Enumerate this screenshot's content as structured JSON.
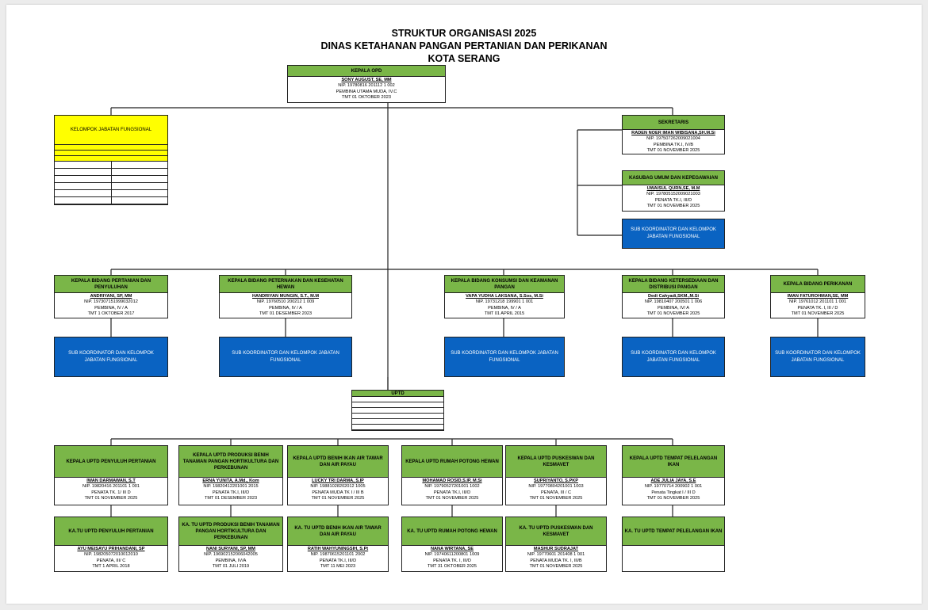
{
  "title": {
    "line1": "STRUKTUR ORGANISASI 2025",
    "line2": "DINAS KETAHANAN PANGAN PERTANIAN DAN PERIKANAN",
    "line3": "KOTA SERANG"
  },
  "kepala_opd": {
    "header": "KEPALA OPD",
    "name": "SONY AUGUST, SE, MM",
    "nip": "NIP. 19780816 201112 1 002",
    "rank": "PEMBINA UTAMA MUDA, IV.C",
    "tmt": "TMT 01 OKTOBER 2023"
  },
  "kelompok_jf": {
    "header": "KELOMPOK JABATAN FUNGSIONAL"
  },
  "sekretaris": {
    "header": "SEKRETARIS",
    "name": "RADEN NOER IMAN WIBISANA,SH.M.Si",
    "nip": "NIP. 197507262009021004",
    "rank": "PEMBINA TK.I, IV/B",
    "tmt": "TMT 01 NOVEMBER 2025"
  },
  "kasubag": {
    "header": "KASUBAG UMUM DAN KEPEGAWAIAN",
    "name": "UWAISUL QURN,SE, M.M",
    "nip": "NIP. 197805152009021003",
    "rank": "PENATA TK.I, III/D",
    "tmt": "TMT 01 NOVEMBER 2025"
  },
  "sekretaris_sub": "SUB KOORDINATOR  DAN  KELOMPOK JABATAN FUNGSIONAL",
  "bidang": [
    {
      "header": "KEPALA BIDANG PERTANIAN DAN PENYULUHAN",
      "name": "ANDRIYANI, SP, MM",
      "nip": "NIP. 197307151999032012",
      "rank": "PEMBINA, IV / A",
      "tmt": "TMT 1 OKTOBER 2017",
      "sub": "SUB KOORDINATOR DAN  KELOMPOK JABATAN FUNGSIONAL"
    },
    {
      "header": "KEPALA BIDANG PETERNAKAN DAN KESEHATAN HEWAN",
      "name": "HANDRIYAN MUNGIN, S.T., M.M",
      "nip": "NIP. 19760510 200212 1 009",
      "rank": "PEMBINA, IV / A",
      "tmt": "TMT 01 DESEMBER 2023",
      "sub": "SUB KOORDINATOR DAN  KELOMPOK JABATAN FUNGSIONAL"
    },
    {
      "header": "KEPALA BIDANG KONSUMSI DAN KEAMANAN PANGAN",
      "name": "VAPA YUDHA LAKSANA, S.Sos, M.Si",
      "nip": "NIP. 19731218 199901 1 001",
      "rank": "PEMBINA, IV / A",
      "tmt": "TMT 01 APRIL 2015",
      "sub": "SUB KOORDINATOR DAN  KELOMPOK JABATAN FUNGSIONAL"
    },
    {
      "header": "KEPALA BIDANG KETERSEDIAAN DAN DISTRIBUSI PANGAN",
      "name": "Dedi Cahyadi,SKM.,M.Si",
      "nip": "NIP. 19810407 200501 1 006",
      "rank": "PEMBINA, IV/ A",
      "tmt": "TMT 01 NOVEMBER 2025",
      "sub": "SUB KOORDINATOR DAN  KELOMPOK JABATAN FUNGSIONAL"
    },
    {
      "header": "KEPALA BIDANG PERIKANAN",
      "name": "IMAN FATUROHMAN,SE, MM",
      "nip": "NIP. 19761012 201101 1 001",
      "rank": "PENATA TK. I, III / D",
      "tmt": "TMT 01 NOVEMBER 2025",
      "sub": "SUB KOORDINATOR DAN  KELOMPOK JABATAN FUNGSIONAL"
    }
  ],
  "uptd_label": "UPTD",
  "uptd": [
    {
      "header": "KEPALA UPTD PENYULUH PERTANIAN",
      "name": "IWAN DARMAWAN, S.T",
      "nip": "NIP. 19820416 201101 1 001",
      "rank": "PENATA TK. 1/ III D",
      "tmt": "TMT 01 NOVEMBER 2025",
      "tu_header": "KA.TU UPTD PENYULUH PERTANIAN",
      "tu_name": "AYU MEISAYU PRIHANDANI, SP",
      "tu_nip": "NIP. 198205072010012010",
      "tu_rank": "PENATA, III/ C",
      "tu_tmt": "TMT 1 APRIL 2018"
    },
    {
      "header": "KEPALA UPTD PRODUKSI BENIH TANAMAN PANGAN HORTIKULTURA DAN PERKEBUNAN",
      "name": "ERNA YUNITA, A.Md., Kom",
      "nip": "NIP. 19820412201001 2015",
      "rank": "PENATA TK.I, III/D",
      "tmt": "TMT 01 DESEMBER 2023",
      "tu_header": "KA. TU UPTD PRODUKSI BENIH TANAMAN PANGAN HORTIKULTURA DAN PERKEBUNAN",
      "tu_name": "NANI SURYANI, SP, MM",
      "tu_nip": "NIP. 196902152006042005",
      "tu_rank": "PEMBINA, IV/A",
      "tu_tmt": "TMT 01 JULI 2019"
    },
    {
      "header": "KEPALA UPTD BENIH IKAN AIR TAWAR DAN AIR PAYAU",
      "name": "LUCKY TRI DARMA, S.IP",
      "nip": "NIP. 19881028202012 1005",
      "rank": "PENATA MUDA TK I / III B",
      "tmt": "TMT 01 NOVEMBER 2025",
      "tu_header": "KA. TU UPTD BENIH IKAN AIR TAWAR DAN AIR PAYAU",
      "tu_name": "RATIH WAHYUNINGSIH, S.Pt",
      "tu_nip": "NIP. 19870615201101 2002",
      "tu_rank": "PENATA TK.I, III/D",
      "tu_tmt": "TMT 11 MEI 2023"
    },
    {
      "header": "KEPALA UPTD RUMAH POTONG HEWAN",
      "name": "MOHAMAD ROSID,S.IP, M.Si",
      "nip": "NIP. 19790527201001 1002",
      "rank": "PENATA TK.I, III/D",
      "tmt": "TMT 01 NOVEMBER 2025",
      "tu_header": "KA. TU UPTD RUMAH POTONG HEWAN",
      "tu_name": "NANA WIRTANA, SE",
      "tu_nip": "NIP. 19740611200801 1009",
      "tu_rank": "PENATA TK. I, III/D",
      "tu_tmt": "TMT 31 OKTOBER 2025"
    },
    {
      "header": "KEPALA UPTD PUSKESWAN DAN KESMAVET",
      "name": "SUPRIYANTO, S.PKP",
      "nip": "NIP. 19770804201001 1003",
      "rank": "PENATA, III / C",
      "tmt": "TMT 01 NOVEMBER 2025",
      "tu_header": "KA. TU UPTD PUSKESWAN DAN KESMAVET",
      "tu_name": "MASHUR SUDRAJAT",
      "tu_nip": "NIP. 19770601 201408 1 001",
      "tu_rank": "PENATA MUDA TK. I, III/B",
      "tu_tmt": "TMT 01 NOVEMBER 2025"
    },
    {
      "header": "KEPALA UPTD TEMPAT PELELANGAN IKAN",
      "name": "ADE JULIA JAYA, S.E",
      "nip": "NIP. 19770714 200902 1 001",
      "rank": "Penata Tingkat I / III D",
      "tmt": "TMT 01 NOVEMBER 2025",
      "tu_header": "KA. TU UPTD TEMPAT PELELANGAN IKAN",
      "tu_name": "",
      "tu_nip": "",
      "tu_rank": "",
      "tu_tmt": ""
    }
  ]
}
